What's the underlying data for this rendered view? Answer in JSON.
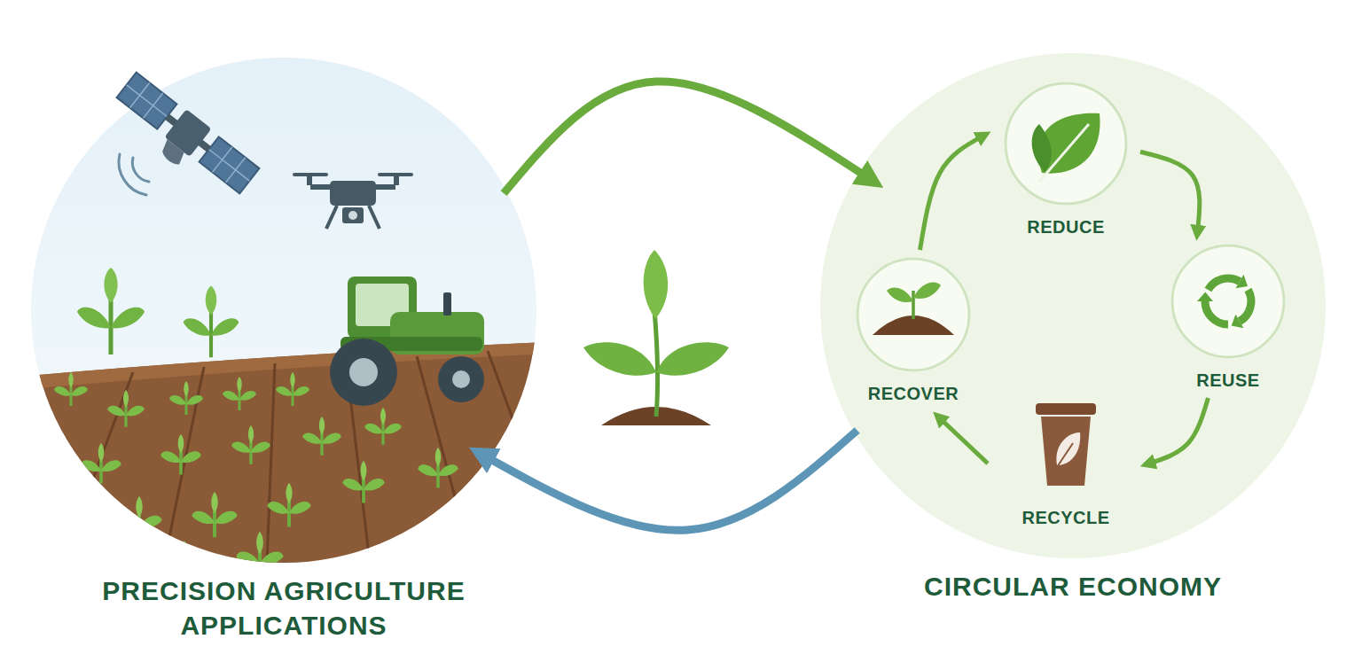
{
  "diagram": {
    "nodes": [
      {
        "text": [
          "PRECISION AGRICULTURE APPLICATIONS"
        ]
      },
      {
        "text": [
          "CIRCULAR ECONOMY"
        ]
      },
      {
        "text": [
          "REDUCE"
        ],
        "in": 1
      },
      {
        "text": [
          "REUSE"
        ],
        "in": 1
      },
      {
        "text": [
          "RECYCLE"
        ],
        "in": 1
      },
      {
        "text": [
          "RECOVER"
        ],
        "in": 1
      }
    ],
    "edges": [
      {
        "from": 0,
        "to": 1,
        "arrow": "to"
      },
      {
        "from": 1,
        "to": 0,
        "arrow": "to"
      },
      {
        "from": 2,
        "to": 3,
        "arrow": "to"
      },
      {
        "from": 3,
        "to": 4,
        "arrow": "to"
      },
      {
        "from": 4,
        "to": 5,
        "arrow": "to"
      },
      {
        "from": 5,
        "to": 2,
        "arrow": "to"
      }
    ]
  }
}
